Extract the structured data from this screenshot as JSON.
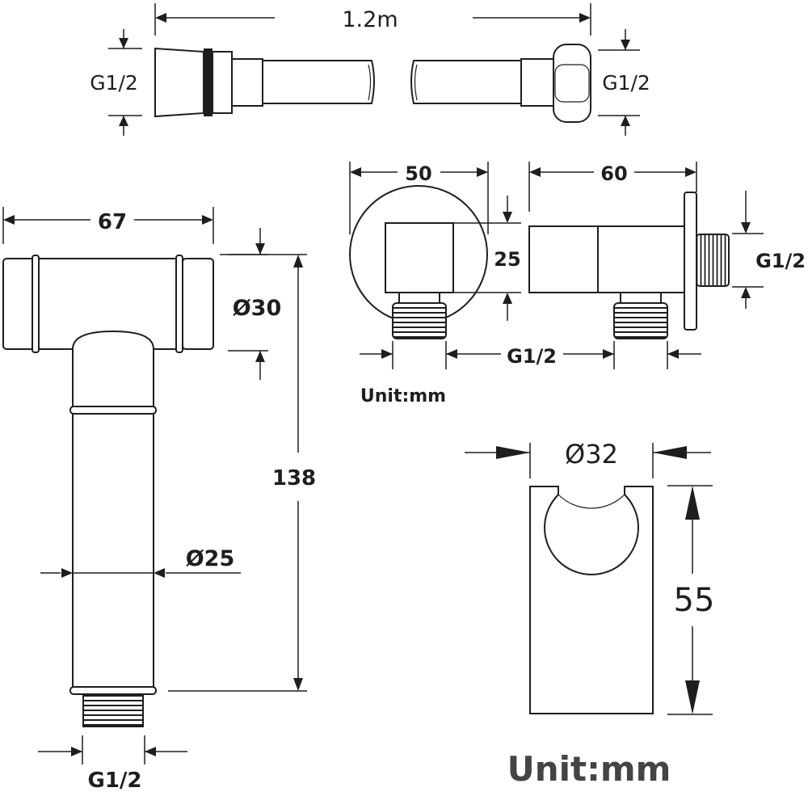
{
  "hose": {
    "length_label": "1.2m",
    "left_thread_label": "G1/2",
    "right_thread_label": "G1/2"
  },
  "sprayer": {
    "width_label": "67",
    "head_diameter_label": "Ø30",
    "height_label": "138",
    "body_diameter_label": "Ø25",
    "thread_label": "G1/2"
  },
  "valve": {
    "front_width_label": "50",
    "side_length_label": "60",
    "body_height_label": "25",
    "outlet_thread_label": "G1/2",
    "bottom_thread_label": "G1/2",
    "unit_label": "Unit:mm"
  },
  "holder": {
    "diameter_label": "Ø32",
    "height_label": "55",
    "unit_label": "Unit:mm"
  }
}
